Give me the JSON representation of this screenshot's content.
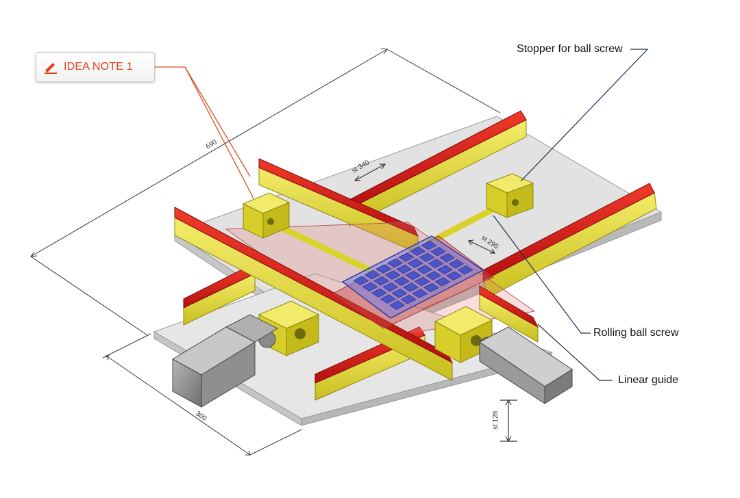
{
  "note": {
    "label": "IDEA NOTE 1",
    "icon": "pencil-icon",
    "accent": "#e0401e"
  },
  "callouts": {
    "stopper": "Stopper for ball screw",
    "rolling": "Rolling ball screw",
    "linear": "Linear guide"
  },
  "dimensions": {
    "length": "690",
    "width": "300",
    "stroke_x": "st 340",
    "stroke_y": "st 295",
    "stroke_z": "st 128"
  },
  "colors": {
    "rail_red": "#d91c1c",
    "rail_yellow": "#e8e14a",
    "support_yellow": "#e9dc2a",
    "base_gray": "#dcdcdc",
    "motor_gray": "#8f8f8f",
    "grid_blue": "#4a55c8",
    "leader_line": "#1f2a4d"
  }
}
